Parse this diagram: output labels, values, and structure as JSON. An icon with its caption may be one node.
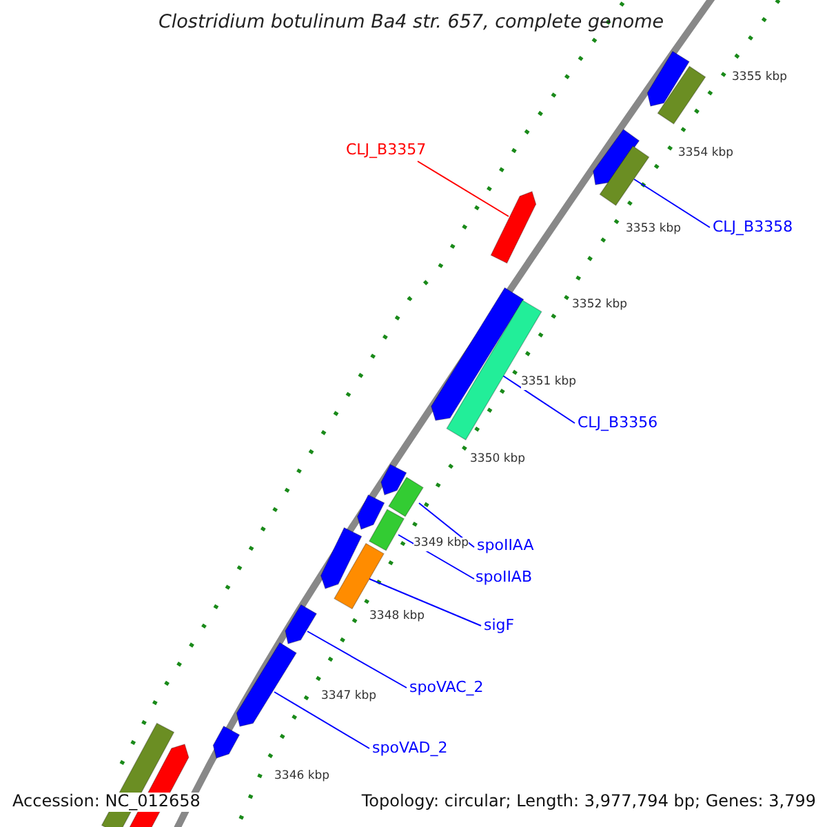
{
  "diagram": {
    "title": "Clostridium botulinum Ba4 str. 657, complete genome",
    "nodes": [
      {
        "text": [],
        "shape": "arrow"
      },
      {
        "text": [],
        "shape": "bar"
      },
      {
        "text": [],
        "shape": "arrow"
      },
      {
        "text": [
          "CLJ_B3357"
        ]
      },
      {
        "text": [],
        "shape": "bar"
      },
      {
        "text": [],
        "shape": "arrow"
      },
      {
        "text": [
          "CLJ_B3358"
        ]
      },
      {
        "text": [],
        "shape": "arrow"
      },
      {
        "text": [],
        "shape": "bar"
      },
      {
        "text": [
          "CLJ_B3356"
        ]
      },
      {
        "text": [],
        "shape": "arrow"
      },
      {
        "text": [],
        "shape": "bar"
      },
      {
        "text": [],
        "shape": "arrow"
      },
      {
        "text": [],
        "shape": "bar"
      },
      {
        "text": [],
        "shape": "arrow"
      },
      {
        "text": [
          "spoIIAA"
        ]
      },
      {
        "text": [],
        "shape": "bar"
      },
      {
        "text": [
          "spoIIAB"
        ]
      },
      {
        "text": [],
        "shape": "arrow"
      },
      {
        "text": [
          "sigF"
        ]
      },
      {
        "text": [],
        "shape": "arrow"
      },
      {
        "text": [
          "spoVAC_2"
        ]
      },
      {
        "text": [],
        "shape": "bar"
      },
      {
        "text": [],
        "shape": "arrow"
      },
      {
        "text": [
          "spoVAD_2"
        ]
      },
      {
        "text": [],
        "shape": "arrow"
      }
    ],
    "edges": [
      {
        "from": 3,
        "to": 5,
        "arrow": "none",
        "color": "#ff0000"
      },
      {
        "from": 6,
        "to": 4,
        "arrow": "none"
      },
      {
        "from": 9,
        "to": 8,
        "arrow": "none"
      },
      {
        "from": 15,
        "to": 11,
        "arrow": "none"
      },
      {
        "from": 17,
        "to": 13,
        "arrow": "none"
      },
      {
        "from": 19,
        "to": 16,
        "arrow": "none"
      },
      {
        "from": 21,
        "to": 18,
        "arrow": "none"
      },
      {
        "from": 24,
        "to": 20,
        "arrow": "none"
      }
    ],
    "labels": [
      "3355 kbp",
      "3354 kbp",
      "3353 kbp",
      "3352 kbp",
      "3351 kbp",
      "3350 kbp",
      "3349 kbp",
      "3348 kbp",
      "3347 kbp",
      "3346 kbp",
      "Accession: NC_012658",
      "Topology: circular; Length: 3,977,794 bp; Genes: 3,799"
    ]
  }
}
